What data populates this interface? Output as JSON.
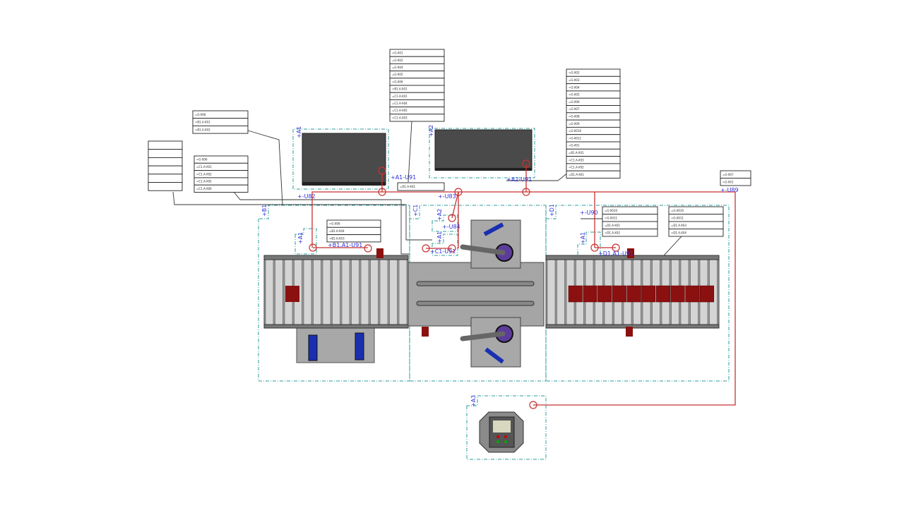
{
  "colors": {
    "frame": "#2a9d9a",
    "wire": "#c83232",
    "label": "#2f2fd8",
    "product": "#8b1010",
    "cylinder": "#1a2fb0"
  },
  "labels": {
    "a1": "+A1",
    "a2": "+A2",
    "a1_u91": "+A1-U91",
    "a2_u91": "+A2-U91",
    "u82": "+-U82",
    "u83": "+-U83",
    "b1": "+B1",
    "c1": "+C1",
    "c1_a2": "+A2",
    "u84": "+-U84",
    "b1_a1": "+A1",
    "b1_a1_u91": "+B1.A1-U91",
    "c1_a1": "+A1",
    "c1_u91": "+C1-U91",
    "d1": "+D1",
    "u90": "+-U90",
    "d1_a1": "+A1",
    "d1_a1_u91": "+D1.A1-U91",
    "u89": "+-U89",
    "a3": "+A3"
  },
  "tables": [
    {
      "id": "t1",
      "rows": [
        "=G-X01",
        "=G-X02",
        "=G-X04",
        "=G-X05",
        "=G-X06",
        "=B1.A-X01",
        "=C1.A-X01",
        "=C1.A-X04",
        "=C1.A-X05",
        "=C1.A-X03"
      ]
    },
    {
      "id": "t2",
      "rows": [
        "=G-X02",
        "=G-X03",
        "=G-X04",
        "=G-X05",
        "=G-X06",
        "=G-X07",
        "=G-X08",
        "=G-X09",
        "=G-X010",
        "=G-X011",
        "=G-X01",
        "=B1.A-X01",
        "=C1.A-X03",
        "=C1.A-X02",
        "=D1.A-X01"
      ]
    },
    {
      "id": "t3",
      "rows": [
        "=G-X06",
        "=B1.A-X01",
        "=B1.A-X02"
      ]
    },
    {
      "id": "t4",
      "rows": [
        "=G-X06",
        "=C1.A-X01",
        "=C1.A-X02",
        "=C1.A-X05",
        "=C1.A-X06"
      ]
    },
    {
      "id": "t5",
      "rows": [
        "",
        "",
        "",
        "",
        "",
        ""
      ]
    },
    {
      "id": "t6",
      "rows": [
        "=G-X06",
        "=B1.A-X04",
        "=B1.A-X03"
      ]
    },
    {
      "id": "t7",
      "rows": [
        "=G-X010",
        "=G-X011",
        "=D1.A-X01",
        "=D1.A-X02"
      ]
    },
    {
      "id": "t8",
      "rows": [
        "=G-X010",
        "=G-X011",
        "=D1.A-X03",
        "=D1.A-X04"
      ]
    },
    {
      "id": "t9",
      "rows": [
        "=G-X07",
        "=G-X01"
      ]
    },
    {
      "id": "t10",
      "rows": [
        "=D1.A-X01"
      ]
    }
  ]
}
